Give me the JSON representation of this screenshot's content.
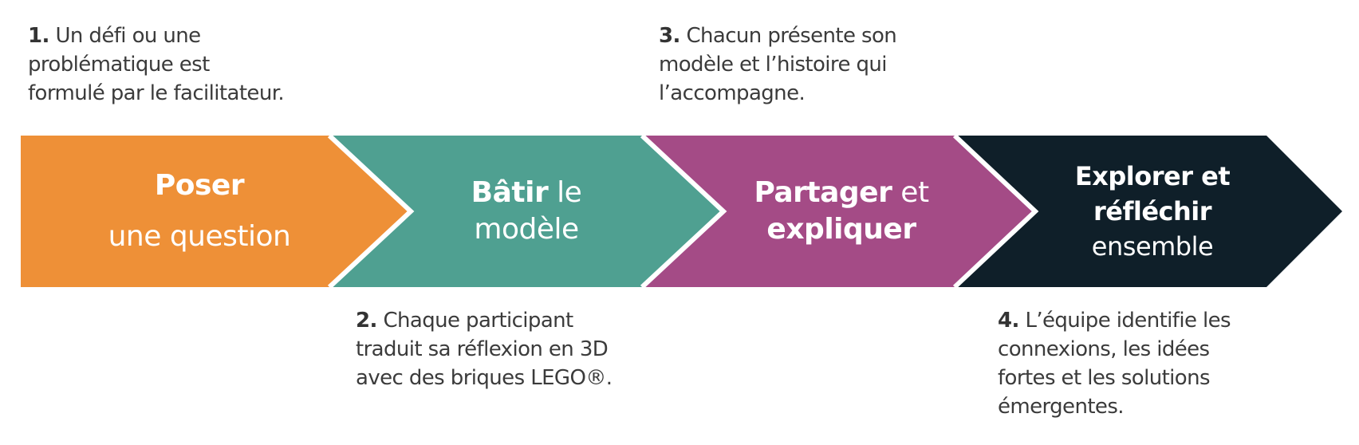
{
  "colors": {
    "step1": "#EE9037",
    "step2": "#4FA091",
    "step3": "#A44B86",
    "step4": "#0F1F29",
    "separator": "#FFFFFF",
    "text": "#3B3B3B"
  },
  "steps": [
    {
      "title_bold": "Poser",
      "title_light": "une question",
      "note_number": "1.",
      "note_lines": [
        "Un défi ou une",
        "problématique  est",
        "formulé par le facilitateur."
      ]
    },
    {
      "title_bold": "Bâtir",
      "title_light_inline": "le",
      "title_light": "modèle",
      "note_number": "2.",
      "note_lines": [
        "Chaque participant",
        "traduit sa réflexion en 3D",
        "avec des briques LEGO®."
      ]
    },
    {
      "title_bold": "Partager",
      "title_light_inline": "et",
      "title_bold_2": "expliquer",
      "note_number": "3.",
      "note_lines": [
        "Chacun présente son",
        "modèle et l’histoire qui",
        "l’accompagne."
      ]
    },
    {
      "title_bold": "Explorer et",
      "title_bold_2": "réfléchir",
      "title_light": "ensemble",
      "note_number": "4.",
      "note_lines": [
        "L’équipe identifie les",
        "connexions, les idées",
        "fortes et les solutions",
        "émergentes."
      ]
    }
  ]
}
